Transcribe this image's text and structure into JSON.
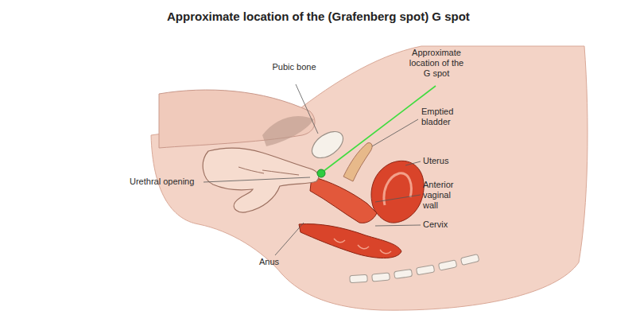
{
  "diagram": {
    "title": "Approximate location of the (Grafenberg spot) G spot",
    "labels": [
      "Pubic bone",
      "Approximate location of the G spot",
      "Emptied bladder",
      "Uterus",
      "Anterior vaginal wall",
      "Cervix",
      "Urethral opening",
      "Anus"
    ]
  }
}
